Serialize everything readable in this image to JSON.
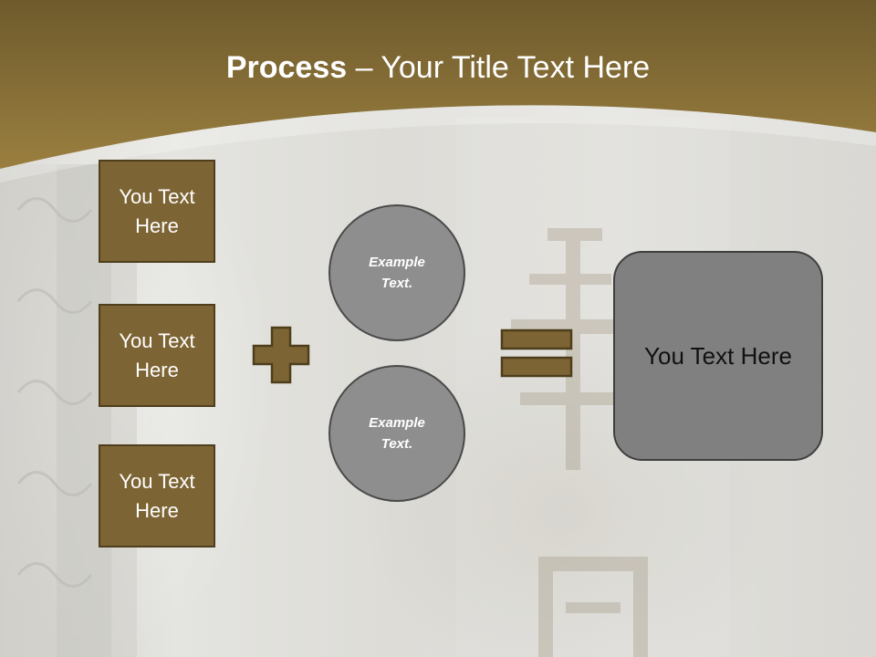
{
  "slide": {
    "title_bold": "Process",
    "title_rest": " – Your Title Text Here"
  },
  "left_boxes": [
    {
      "label": "You Text Here"
    },
    {
      "label": "You Text Here"
    },
    {
      "label": "You Text Here"
    }
  ],
  "circles": [
    {
      "label": "Example Text."
    },
    {
      "label": "Example Text."
    }
  ],
  "result_box": {
    "label": "You Text Here"
  },
  "colors": {
    "header_brown": "#8d7337",
    "box_fill": "#7d6434",
    "box_border": "#4e3e1c",
    "circle_fill": "#8e8e8e",
    "result_fill": "#808080"
  },
  "icons": {
    "plus": "plus-icon",
    "equals": "equals-icon"
  }
}
